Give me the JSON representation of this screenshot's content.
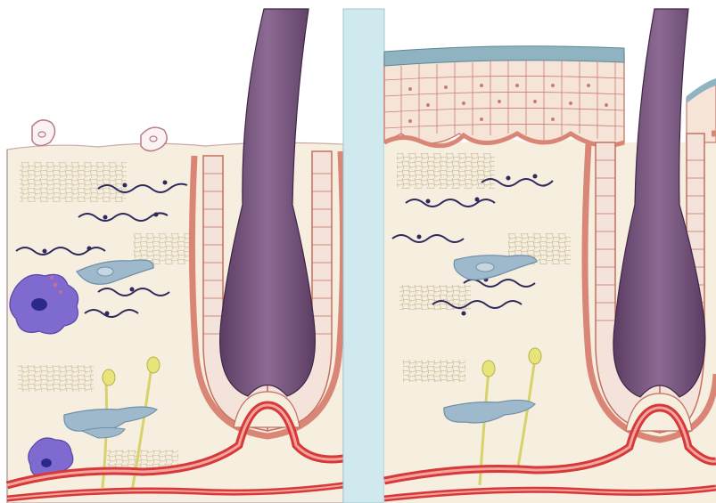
{
  "figure": {
    "panels": [
      {
        "id": "left",
        "description_icon": "skin-cross-section-thin-epidermis"
      },
      {
        "id": "right",
        "description_icon": "skin-cross-section-thickened-epidermis"
      }
    ],
    "colors": {
      "background": "#ffffff",
      "dermis": "#f6eedf",
      "divider": "#cfe9ee",
      "hair_shaft": "#6b4a70",
      "hair_shaft_light": "#9a7aa0",
      "follicle_wall": "#d98677",
      "follicle_cells": "#f3e3db",
      "vessel": "#d7393b",
      "vessel_inner": "#f1a59c",
      "collagen": "#cfc2a6",
      "elastic_fiber": "#2f2a5e",
      "fibroblast": "#9fb9cc",
      "nerve": "#e7e57a",
      "macrophage": "#7f6bd0",
      "keratinocyte": "#f6e4d8",
      "keratin_layer": "#8fb3c0"
    }
  }
}
